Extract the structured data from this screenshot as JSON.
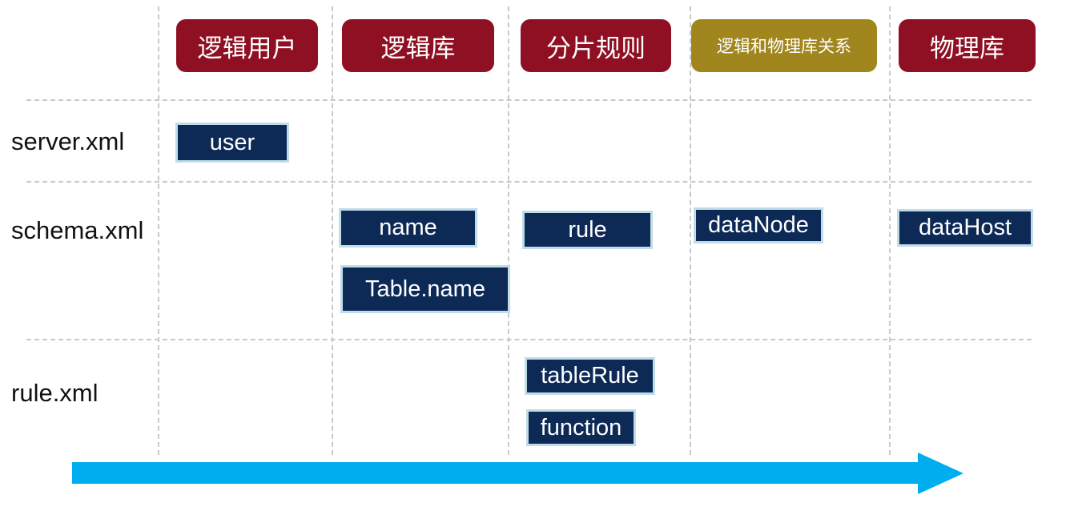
{
  "diagram": {
    "title_semantic": "mycat-config-file-mapping",
    "columns": [
      {
        "label": "逻辑用户",
        "color": "#8e1022"
      },
      {
        "label": "逻辑库",
        "color": "#8e1022"
      },
      {
        "label": "分片规则",
        "color": "#8e1022"
      },
      {
        "label": "逻辑和物理库关系",
        "color": "#a0861d"
      },
      {
        "label": "物理库",
        "color": "#8e1022"
      }
    ],
    "rows": [
      {
        "label": "server.xml"
      },
      {
        "label": "schema.xml"
      },
      {
        "label": "rule.xml"
      }
    ],
    "boxes": [
      {
        "label": "user"
      },
      {
        "label": "name"
      },
      {
        "label": "Table.name"
      },
      {
        "label": "rule"
      },
      {
        "label": "dataNode"
      },
      {
        "label": "dataHost"
      },
      {
        "label": "tableRule"
      },
      {
        "label": "function"
      }
    ],
    "arrow": {
      "direction": "right",
      "color": "#00aeef"
    },
    "colors": {
      "header_red": "#8e1022",
      "header_olive": "#a0861d",
      "box_navy": "#0d2a57",
      "box_border": "#bfdce9",
      "arrow_cyan": "#00aeef",
      "grid_line": "#c9c9c9"
    }
  }
}
